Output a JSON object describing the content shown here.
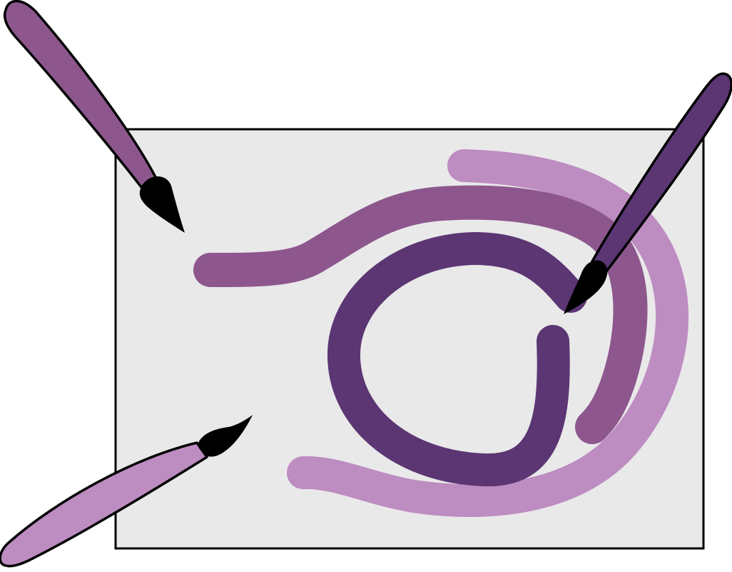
{
  "icon": {
    "name": "painting-canvas-with-brushes-icon",
    "colors": {
      "canvas_fill": "#e9e9e9",
      "outline": "#000000",
      "stroke_light": "#bd8cc1",
      "stroke_medium": "#8d578e",
      "stroke_dark": "#5b3673",
      "brush_tip": "#000000"
    },
    "brushes": [
      {
        "name": "brush-medium-icon",
        "color": "stroke_medium"
      },
      {
        "name": "brush-dark-icon",
        "color": "stroke_dark"
      },
      {
        "name": "brush-light-icon",
        "color": "stroke_light"
      }
    ]
  }
}
